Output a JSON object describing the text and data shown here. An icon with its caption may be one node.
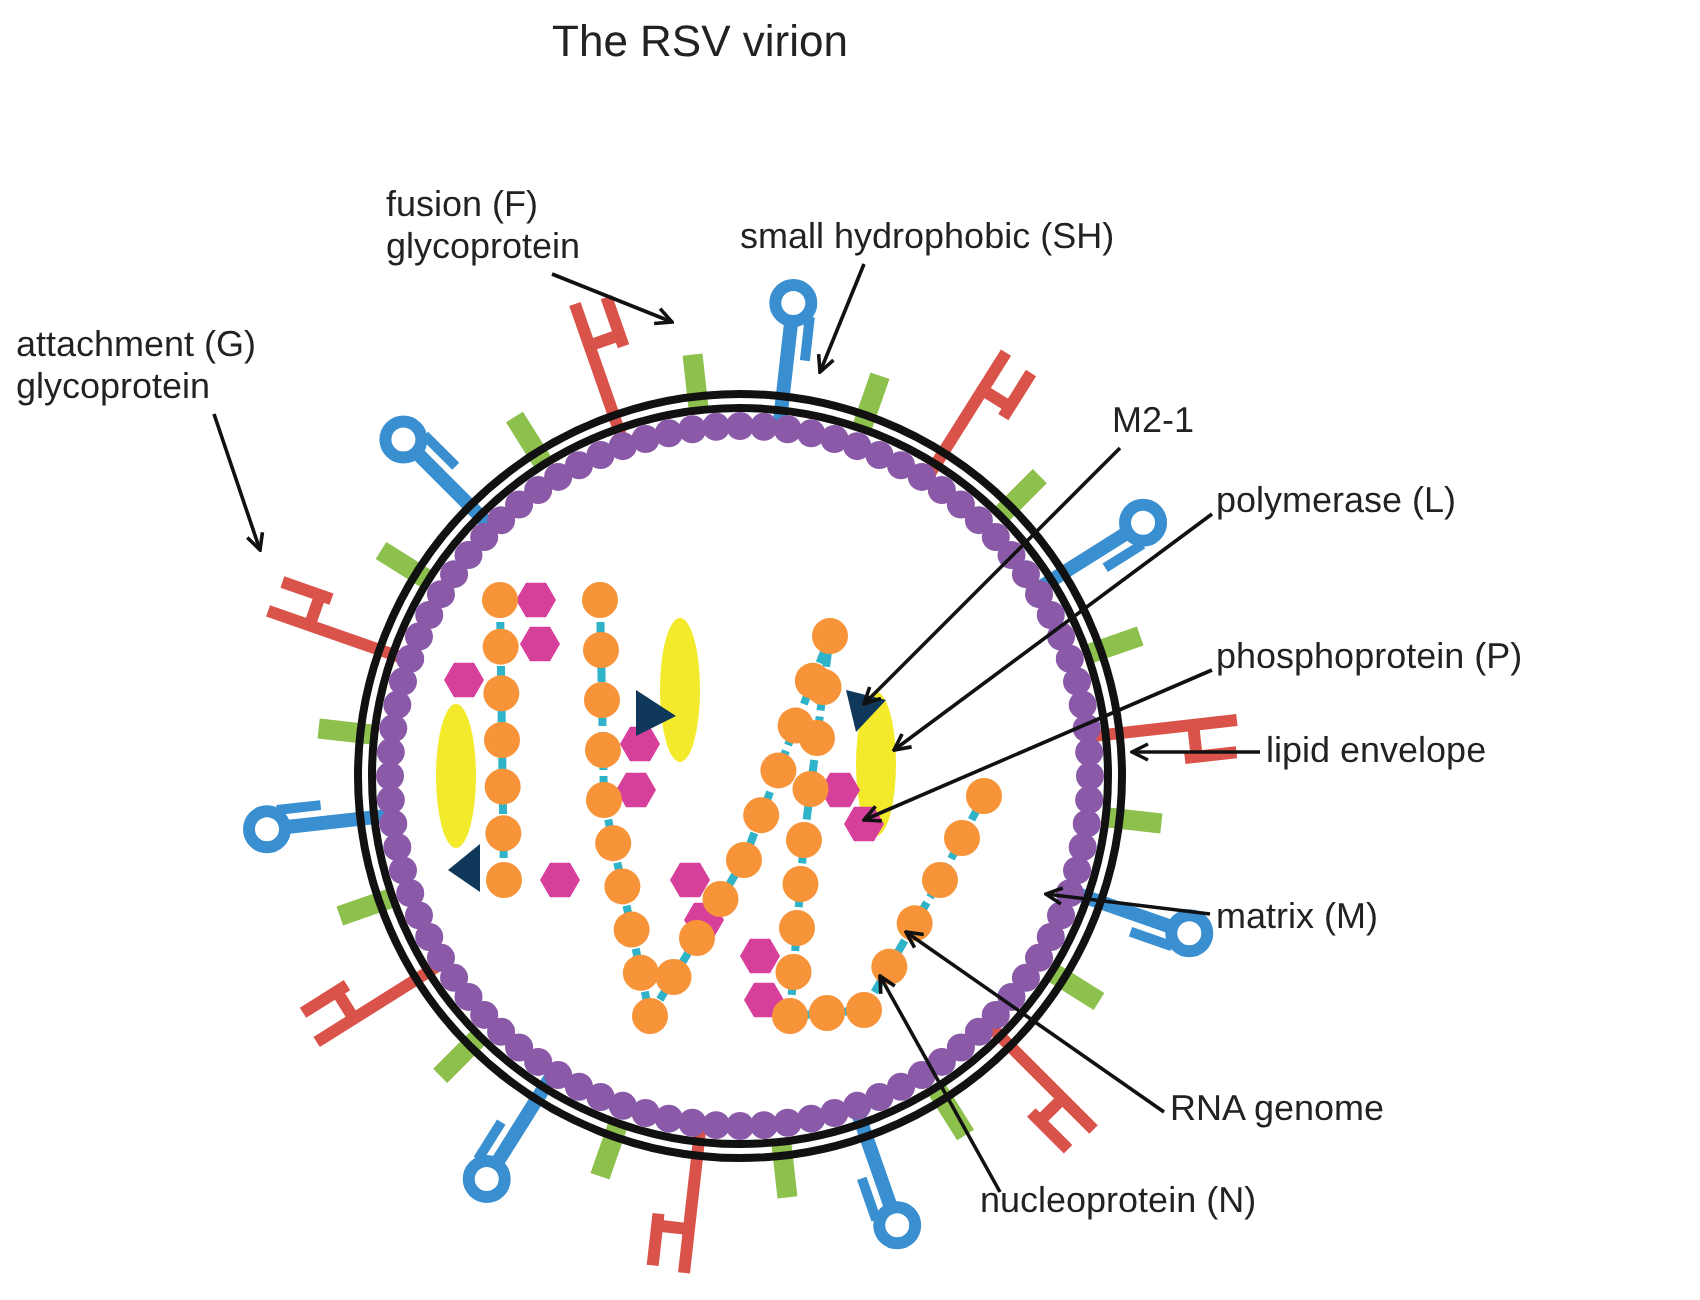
{
  "diagram": {
    "title": "The RSV virion",
    "nodes": [
      {
        "text": [
          "attachment (G) glycoprotein"
        ]
      },
      {
        "text": [
          "fusion (F) glycoprotein"
        ]
      },
      {
        "text": [
          "small hydrophobic (SH)"
        ]
      },
      {
        "text": [
          "M2-1"
        ]
      },
      {
        "text": [
          "polymerase (L)"
        ]
      },
      {
        "text": [
          "phosphoprotein (P)"
        ]
      },
      {
        "text": [
          "lipid envelope"
        ]
      },
      {
        "text": [
          "matrix (M)"
        ]
      },
      {
        "text": [
          "RNA genome"
        ]
      },
      {
        "text": [
          "nucleoprotein (N)"
        ]
      }
    ],
    "edges": [
      {
        "from": 0,
        "to": null,
        "arrow": "to"
      },
      {
        "from": 1,
        "to": null,
        "arrow": "to"
      },
      {
        "from": 2,
        "to": null,
        "arrow": "to"
      },
      {
        "from": 3,
        "to": null,
        "arrow": "to"
      },
      {
        "from": 4,
        "to": null,
        "arrow": "to"
      },
      {
        "from": 5,
        "to": null,
        "arrow": "to"
      },
      {
        "from": 6,
        "to": null,
        "arrow": "to"
      },
      {
        "from": 7,
        "to": null,
        "arrow": "to"
      },
      {
        "from": 8,
        "to": null,
        "arrow": "to"
      },
      {
        "from": 9,
        "to": null,
        "arrow": "to"
      }
    ]
  }
}
